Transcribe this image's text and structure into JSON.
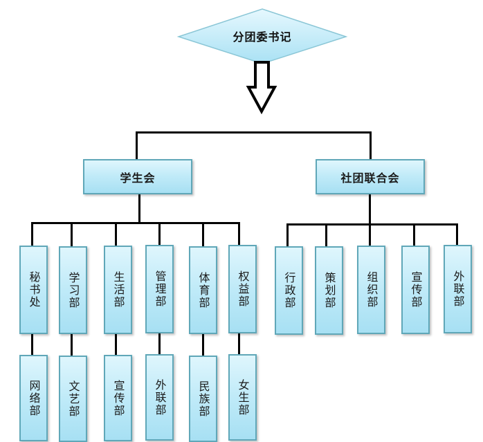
{
  "diagram": {
    "type": "org-chart",
    "root": {
      "label": "分团委书记",
      "shape": "diamond"
    },
    "arrow": {
      "direction": "down",
      "style": "hollow"
    },
    "branches": [
      {
        "label": "学生会",
        "departments_row1": [
          "秘书处",
          "学习部",
          "生活部",
          "管理部",
          "体育部",
          "权益部"
        ],
        "departments_row2": [
          "网络部",
          "文艺部",
          "宣传部",
          "外联部",
          "民族部",
          "女生部"
        ]
      },
      {
        "label": "社团联合会",
        "departments_row1": [
          "行政部",
          "策划部",
          "组织部",
          "宣传部",
          "外联部"
        ]
      }
    ],
    "colors": {
      "box_fill_top": "#dff6fd",
      "box_fill_bottom": "#a7e0f3",
      "box_border": "#5fa7b8",
      "connector": "#000000"
    }
  }
}
